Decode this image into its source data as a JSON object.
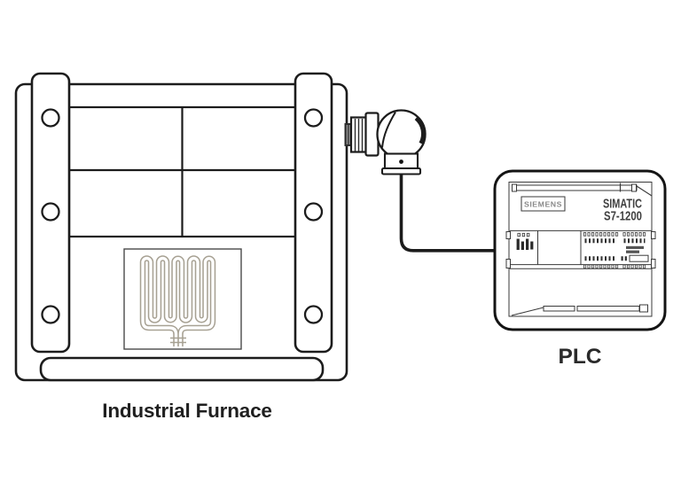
{
  "diagram": {
    "furnace": {
      "label": "Industrial Furnace"
    },
    "plc": {
      "label": "PLC",
      "brand": "SIEMENS",
      "model_line1": "SIMATIC",
      "model_line2": "S7-1200"
    },
    "colors": {
      "background": "#ffffff",
      "outline": "#1c1c1c",
      "plc_detail": "#3a3a3a",
      "heating_element_tube": "#a7a193",
      "label_text": "#1f1f1f"
    }
  }
}
